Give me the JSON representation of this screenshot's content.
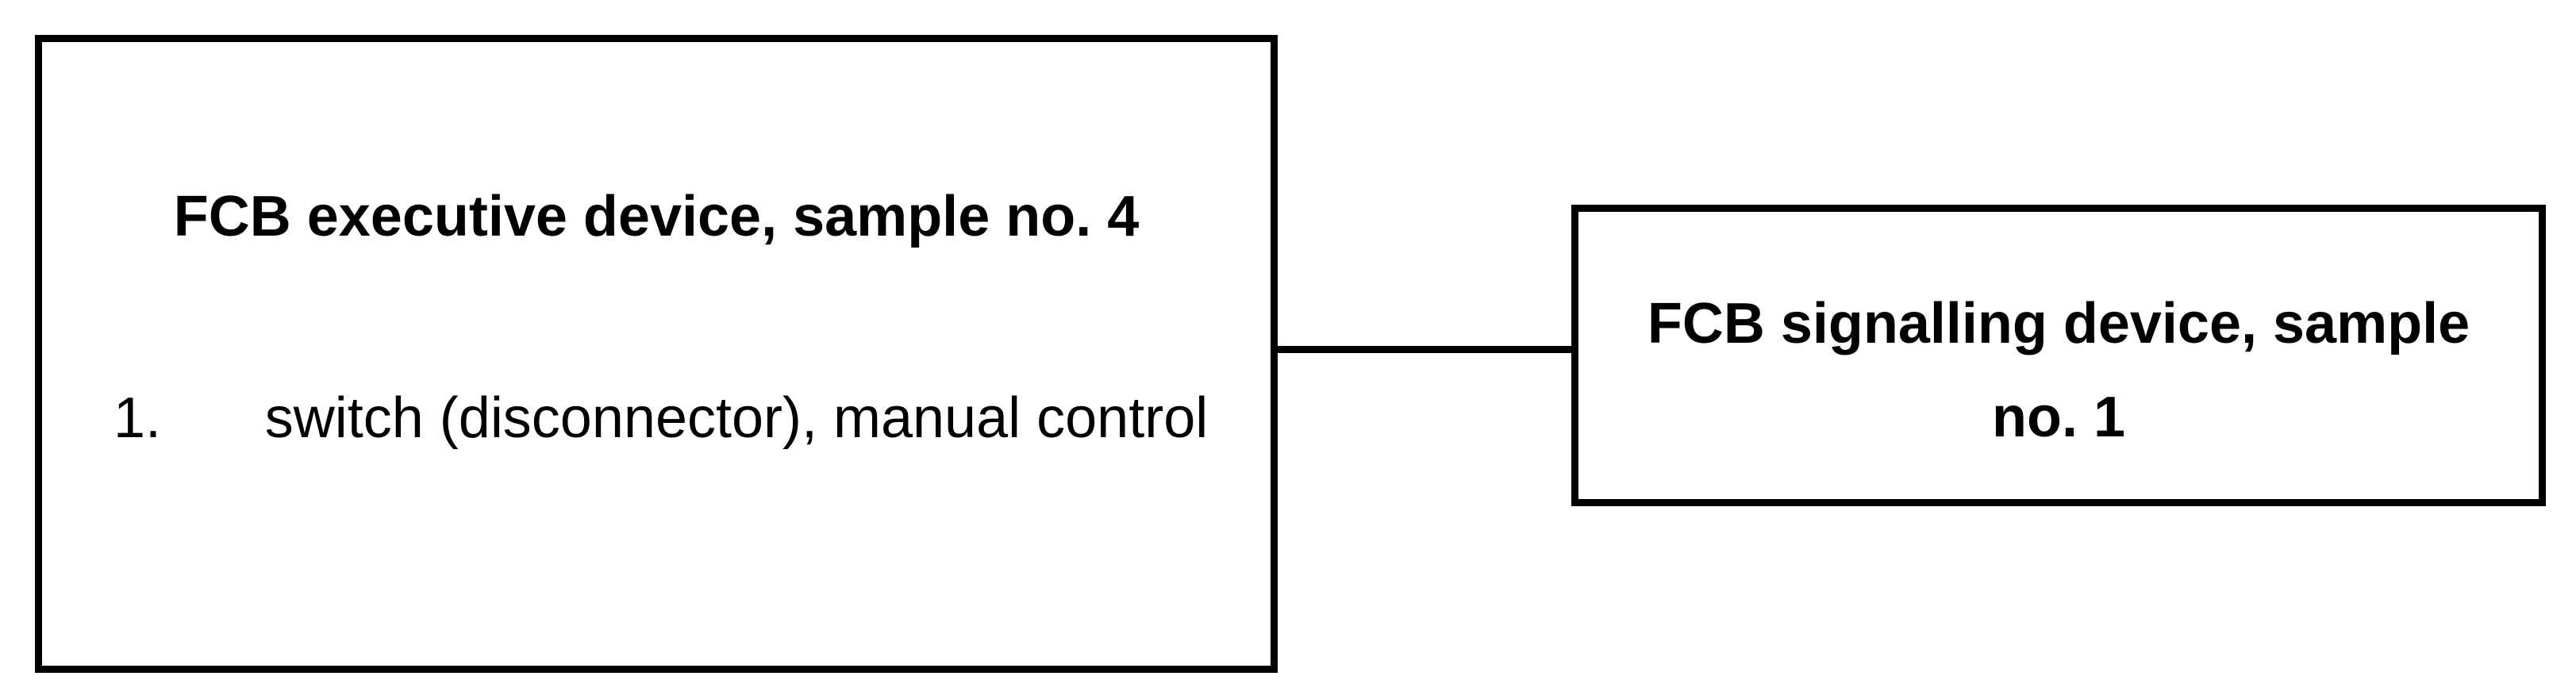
{
  "diagram": {
    "left_box": {
      "title": "FCB executive device, sample no. 4",
      "items": [
        {
          "number": "1.",
          "text": "switch (disconnector), manual control"
        }
      ]
    },
    "right_box": {
      "title": "FCB signalling device, sample no. 1"
    }
  },
  "colors": {
    "line": "#000000",
    "background": "#ffffff"
  }
}
